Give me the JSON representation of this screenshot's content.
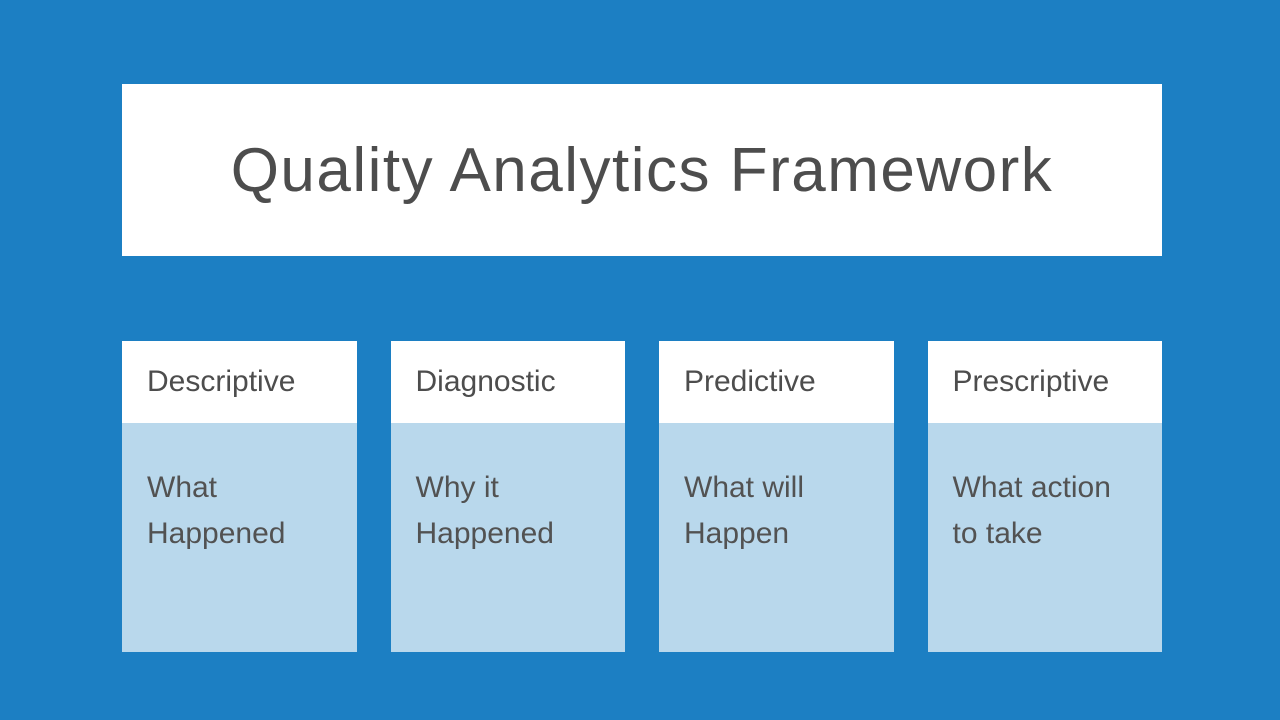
{
  "slide": {
    "title": "Quality Analytics Framework",
    "colors": {
      "background": "#1C7FC3",
      "card_header_bg": "#FFFFFF",
      "card_body_bg": "#B9D8EC",
      "text_dark": "#4D4D4D"
    },
    "columns": [
      {
        "header": "Descriptive",
        "body": "What Happened"
      },
      {
        "header": "Diagnostic",
        "body": "Why it Happened"
      },
      {
        "header": "Predictive",
        "body": "What will Happen"
      },
      {
        "header": "Prescriptive",
        "body": "What action to take"
      }
    ]
  }
}
